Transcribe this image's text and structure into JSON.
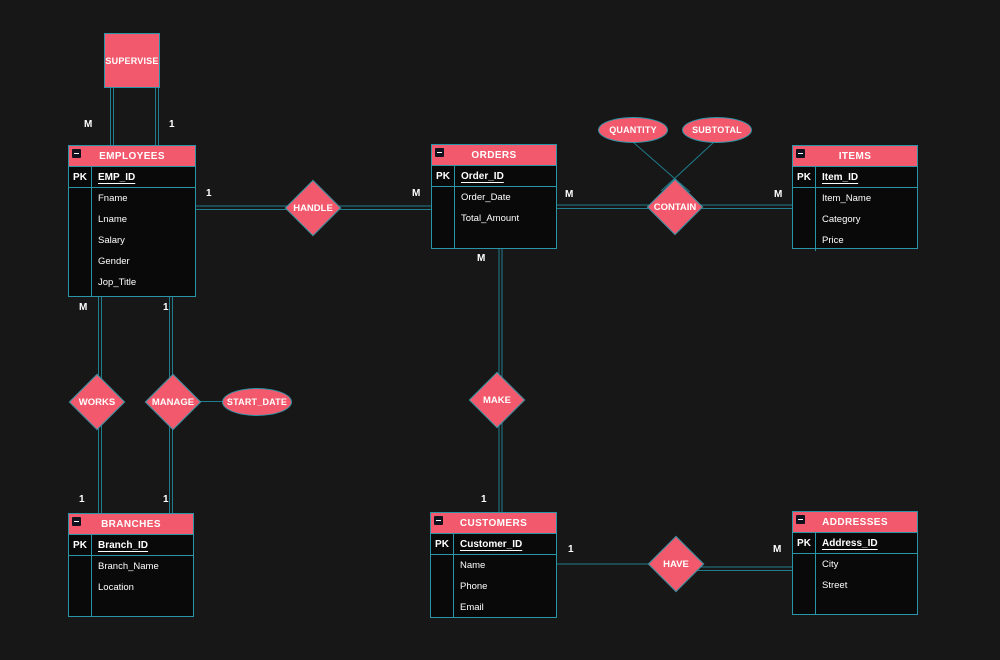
{
  "colors": {
    "background": "#171717",
    "entity_fill": "#f2596c",
    "border_teal": "#2b95a7",
    "connector_teal": "#1f7e8e",
    "table_body": "#090909",
    "text": "#ffffff"
  },
  "entities": {
    "employees": {
      "title": "EMPLOYEES",
      "pk_label": "PK",
      "pk": "EMP_ID",
      "attributes": [
        "Fname",
        "Lname",
        "Salary",
        "Gender",
        "Jop_Title"
      ]
    },
    "orders": {
      "title": "ORDERS",
      "pk_label": "PK",
      "pk": "Order_ID",
      "attributes": [
        "Order_Date",
        "Total_Amount"
      ]
    },
    "items": {
      "title": "ITEMS",
      "pk_label": "PK",
      "pk": "Item_ID",
      "attributes": [
        "Item_Name",
        "Category",
        "Price"
      ]
    },
    "branches": {
      "title": "BRANCHES",
      "pk_label": "PK",
      "pk": "Branch_ID",
      "attributes": [
        "Branch_Name",
        "Location"
      ]
    },
    "customers": {
      "title": "CUSTOMERS",
      "pk_label": "PK",
      "pk": "Customer_ID",
      "attributes": [
        "Name",
        "Phone",
        "Email"
      ]
    },
    "addresses": {
      "title": "ADDRESSES",
      "pk_label": "PK",
      "pk": "Address_ID",
      "attributes": [
        "City",
        "Street"
      ]
    }
  },
  "relationships": {
    "supervise": "SUPERVISE",
    "handle": "HANDLE",
    "contain": "CONTAIN",
    "works": "WORKS",
    "manage": "MANAGE",
    "make": "MAKE",
    "have": "HAVE"
  },
  "attribute_ovals": {
    "quantity": "QUANTITY",
    "subtotal": "SUBTOTAL",
    "start_date": "START_DATE"
  },
  "cardinalities": {
    "supervise_m": "M",
    "supervise_1": "1",
    "handle_employee_1": "1",
    "handle_order_m": "M",
    "contain_order_m": "M",
    "contain_item_m": "M",
    "works_employee_m": "M",
    "works_branch_1": "1",
    "manage_employee_1": "1",
    "manage_branch_1": "1",
    "make_order_m": "M",
    "make_customer_1": "1",
    "have_customer_1": "1",
    "have_address_m": "M"
  }
}
